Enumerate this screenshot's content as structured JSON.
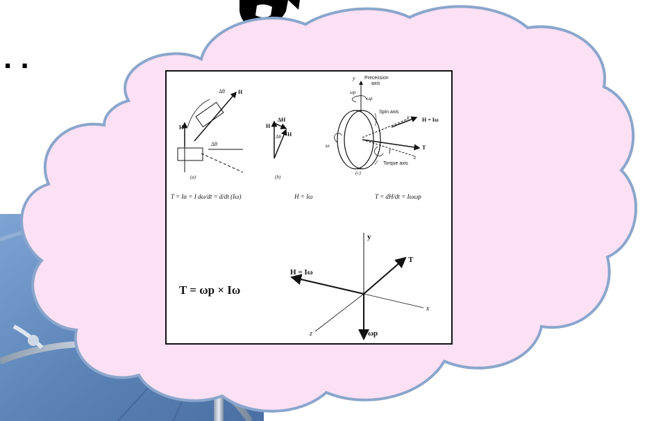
{
  "slide": {
    "ellipsis": ". ."
  },
  "diagram": {
    "fig_a": {
      "delta_theta_top": "Δθ",
      "h_top": "H",
      "h_side": "H",
      "delta_theta_low": "Δθ",
      "caption": "(a)"
    },
    "fig_b": {
      "delta_h": "ΔH",
      "h_left": "H",
      "h_right": "H",
      "delta_theta": "Δθ",
      "caption": "(b)"
    },
    "fig_c": {
      "y": "y",
      "precession_axis": "Precession\naxis",
      "omega_p_left": "ωp",
      "omega_p_right": "ωp",
      "spin_axis": "Spin axis",
      "x": "x",
      "h_eq": "H = Iω",
      "omega": "ω",
      "t_label": "T",
      "t_arrow": "T",
      "z": "z",
      "torque_axis": "Torque axis",
      "caption": "(c)"
    },
    "equations": {
      "torque_rate": "T = Iα = I dω/dt = d/dt (Iω)",
      "momentum": "H = Iω",
      "precession": "T = dH/dt = Iωωp"
    },
    "vector_eq": "T = ωp × Iω",
    "axes3d": {
      "y": "y",
      "t": "T",
      "h": "H = Iω",
      "x": "x",
      "z": "z",
      "omega_p": "ωp"
    }
  },
  "colors": {
    "cloud_fill": "#fce0f4",
    "cloud_stroke": "#8aa6cc",
    "photo_blue": "#5d85b8",
    "ink": "#111111"
  }
}
